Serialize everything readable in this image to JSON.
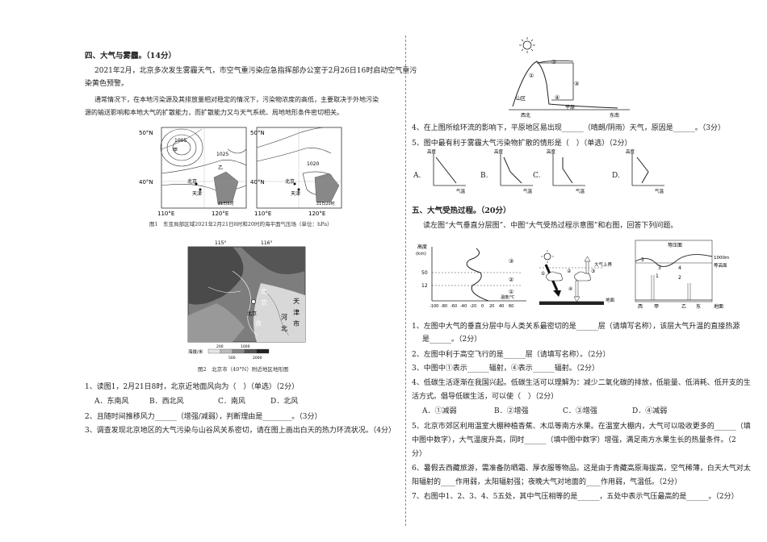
{
  "left": {
    "sec4_title": "四、大气与雾霾。（14分）",
    "intro1": "2021年2月，北京多次发生雾霾天气，市空气重污染应急指挥部办公室于2月26日16时启动空气重污",
    "intro2": "染黄色预警。",
    "intro3": "通常情况下，在本地污染源及其排放量相对稳定的情况下，污染物浓度的高低，主要取决于外地污染",
    "intro4": "源的输送影响和本地大气的扩散能力，而扩散能力又与天气系统、局地地形条件密切相关。",
    "map1": {
      "lat50": "50°N",
      "lat40": "40°N",
      "lon110": "110°E",
      "lon120": "120°E",
      "iso1005": "1005",
      "iso1025": "1025",
      "iso1020": "1020",
      "city_bj": "北京",
      "city_tj": "天津",
      "label_jia": "甲",
      "label_yi": "乙",
      "time_a": "21日8时",
      "time_b": "21日20时"
    },
    "fig1_caption": "图1　东亚局部区域2021年2月21日8时和20时的海平面气压场（单位：hPa）",
    "map2": {
      "lon115": "115°",
      "lon116": "116°",
      "bj_chars": [
        "北",
        "京"
      ],
      "city_label": "北京",
      "shi": "市",
      "tj_chars": [
        "天",
        "津",
        "市"
      ],
      "hb_chars": [
        "河",
        "北"
      ],
      "legend_title": "海拔/米",
      "legend_ticks": [
        "200",
        "500",
        "1000",
        "2000"
      ]
    },
    "fig2_caption": "图2　北京市（40°N）附近地区地形图",
    "q1": "1、读图1，2月21日8时，北京近地面风向为（　）（单选）（2分）",
    "q1_opts": [
      "A．东南风",
      "B．西北风",
      "C．南风",
      "D．北风"
    ],
    "q2": "2、且随时间推移风力______（增强/减弱），判断理由是________。（3分）",
    "q3": "3、调查发现北京地区的大气污染与山谷风关系密切，请在图上画出白天的热力环流状况。（4分）"
  },
  "right": {
    "diagram_top": {
      "labels": [
        "①",
        "②",
        "③",
        "④"
      ],
      "mountain": "山区",
      "plain": "平原",
      "nw": "西北",
      "se": "东南"
    },
    "q4": "4、在上图所绘环流的影响下，平原地区易出现______（晴朗/阴雨）天气，原因是______。（3分）",
    "q5": "5、图中最有利于雾霾大气污染物扩散的情形是（　）（单选）（2分）",
    "q5_graphs": [
      {
        "opt": "A.",
        "y": "高度",
        "x": "气温"
      },
      {
        "opt": "B.",
        "y": "高度",
        "x": "气温"
      },
      {
        "opt": "C.",
        "y": "高度",
        "x": "气温"
      },
      {
        "opt": "D.",
        "y": "高度",
        "x": "气温"
      }
    ],
    "sec5_title": "五、大气受热过程。（20分）",
    "sec5_intro": "读左图“大气垂直分层图”、中图“大气受热过程示意图”和右图，回答下列问题。",
    "layer_chart": {
      "y_title": "高度",
      "y_unit": "(km)",
      "y_ticks": [
        "50",
        "12"
      ],
      "x_ticks": [
        "-100",
        "-80",
        "-60",
        "-40",
        "-20",
        "0",
        "20",
        "40",
        "60"
      ],
      "x_unit": "温度/℃",
      "layers": [
        "③",
        "②",
        "①"
      ]
    },
    "heat_diagram": {
      "upper": "大气上界",
      "ground": "地面",
      "labels": [
        "①",
        "②",
        "③",
        "④"
      ]
    },
    "isobar_diagram": {
      "title": "等压面",
      "height": "1000m",
      "ground_label": "等高面",
      "points": [
        "5",
        "3",
        "4",
        "1",
        "2"
      ],
      "west": "西",
      "jia": "甲",
      "yi": "乙",
      "east": "东",
      "surface": "地面"
    },
    "p1a": "1、左图中大气的垂直分层中与人类关系最密切的是______层（请填写名称），该层大气升温的直接热源",
    "p1b": "是______。（2分）",
    "p2": "2、左图中利于高空飞行的是______层（请填写名称）。（2分）",
    "p3": "3、中图中①表示______辐射，④表示______辐射。（2分）",
    "p4a": "4、低碳生活逐渐在我国兴起。低碳生活可以理解为：减少二氧化碳的排放，低能量、低消耗、低开支的生",
    "p4b": "活方式。倡导低碳生活，可以使（　）（2分）",
    "p4_opts": [
      "A．①减弱",
      "B．②增强",
      "C．③增强",
      "D．④减弱"
    ],
    "p5a": "5、北京市郊区利用温室大棚种植香蕉、木瓜等南方水果。在温室大棚内，大气可以吸收更多的______（填",
    "p5b": "中图中数字），大气温度升高，同时______（填中图中数字）增强，满足南方水果生长的热量条件。（2",
    "p5c": "分）",
    "p6a": "6、暑假去西藏旅游，需准备防晒霜、厚衣服等物品。这是由于青藏高原海拔高，空气稀薄，白天大气对太",
    "p6b": "阳辐射的____作用弱，太阳辐射强；夜晚大气对地面的____作用弱，气温低。（2分）",
    "p7": "7、右图中1、2、3、4、5五处，其中气压相等的是______，五处中表示气压最高的是______。（2分）"
  }
}
